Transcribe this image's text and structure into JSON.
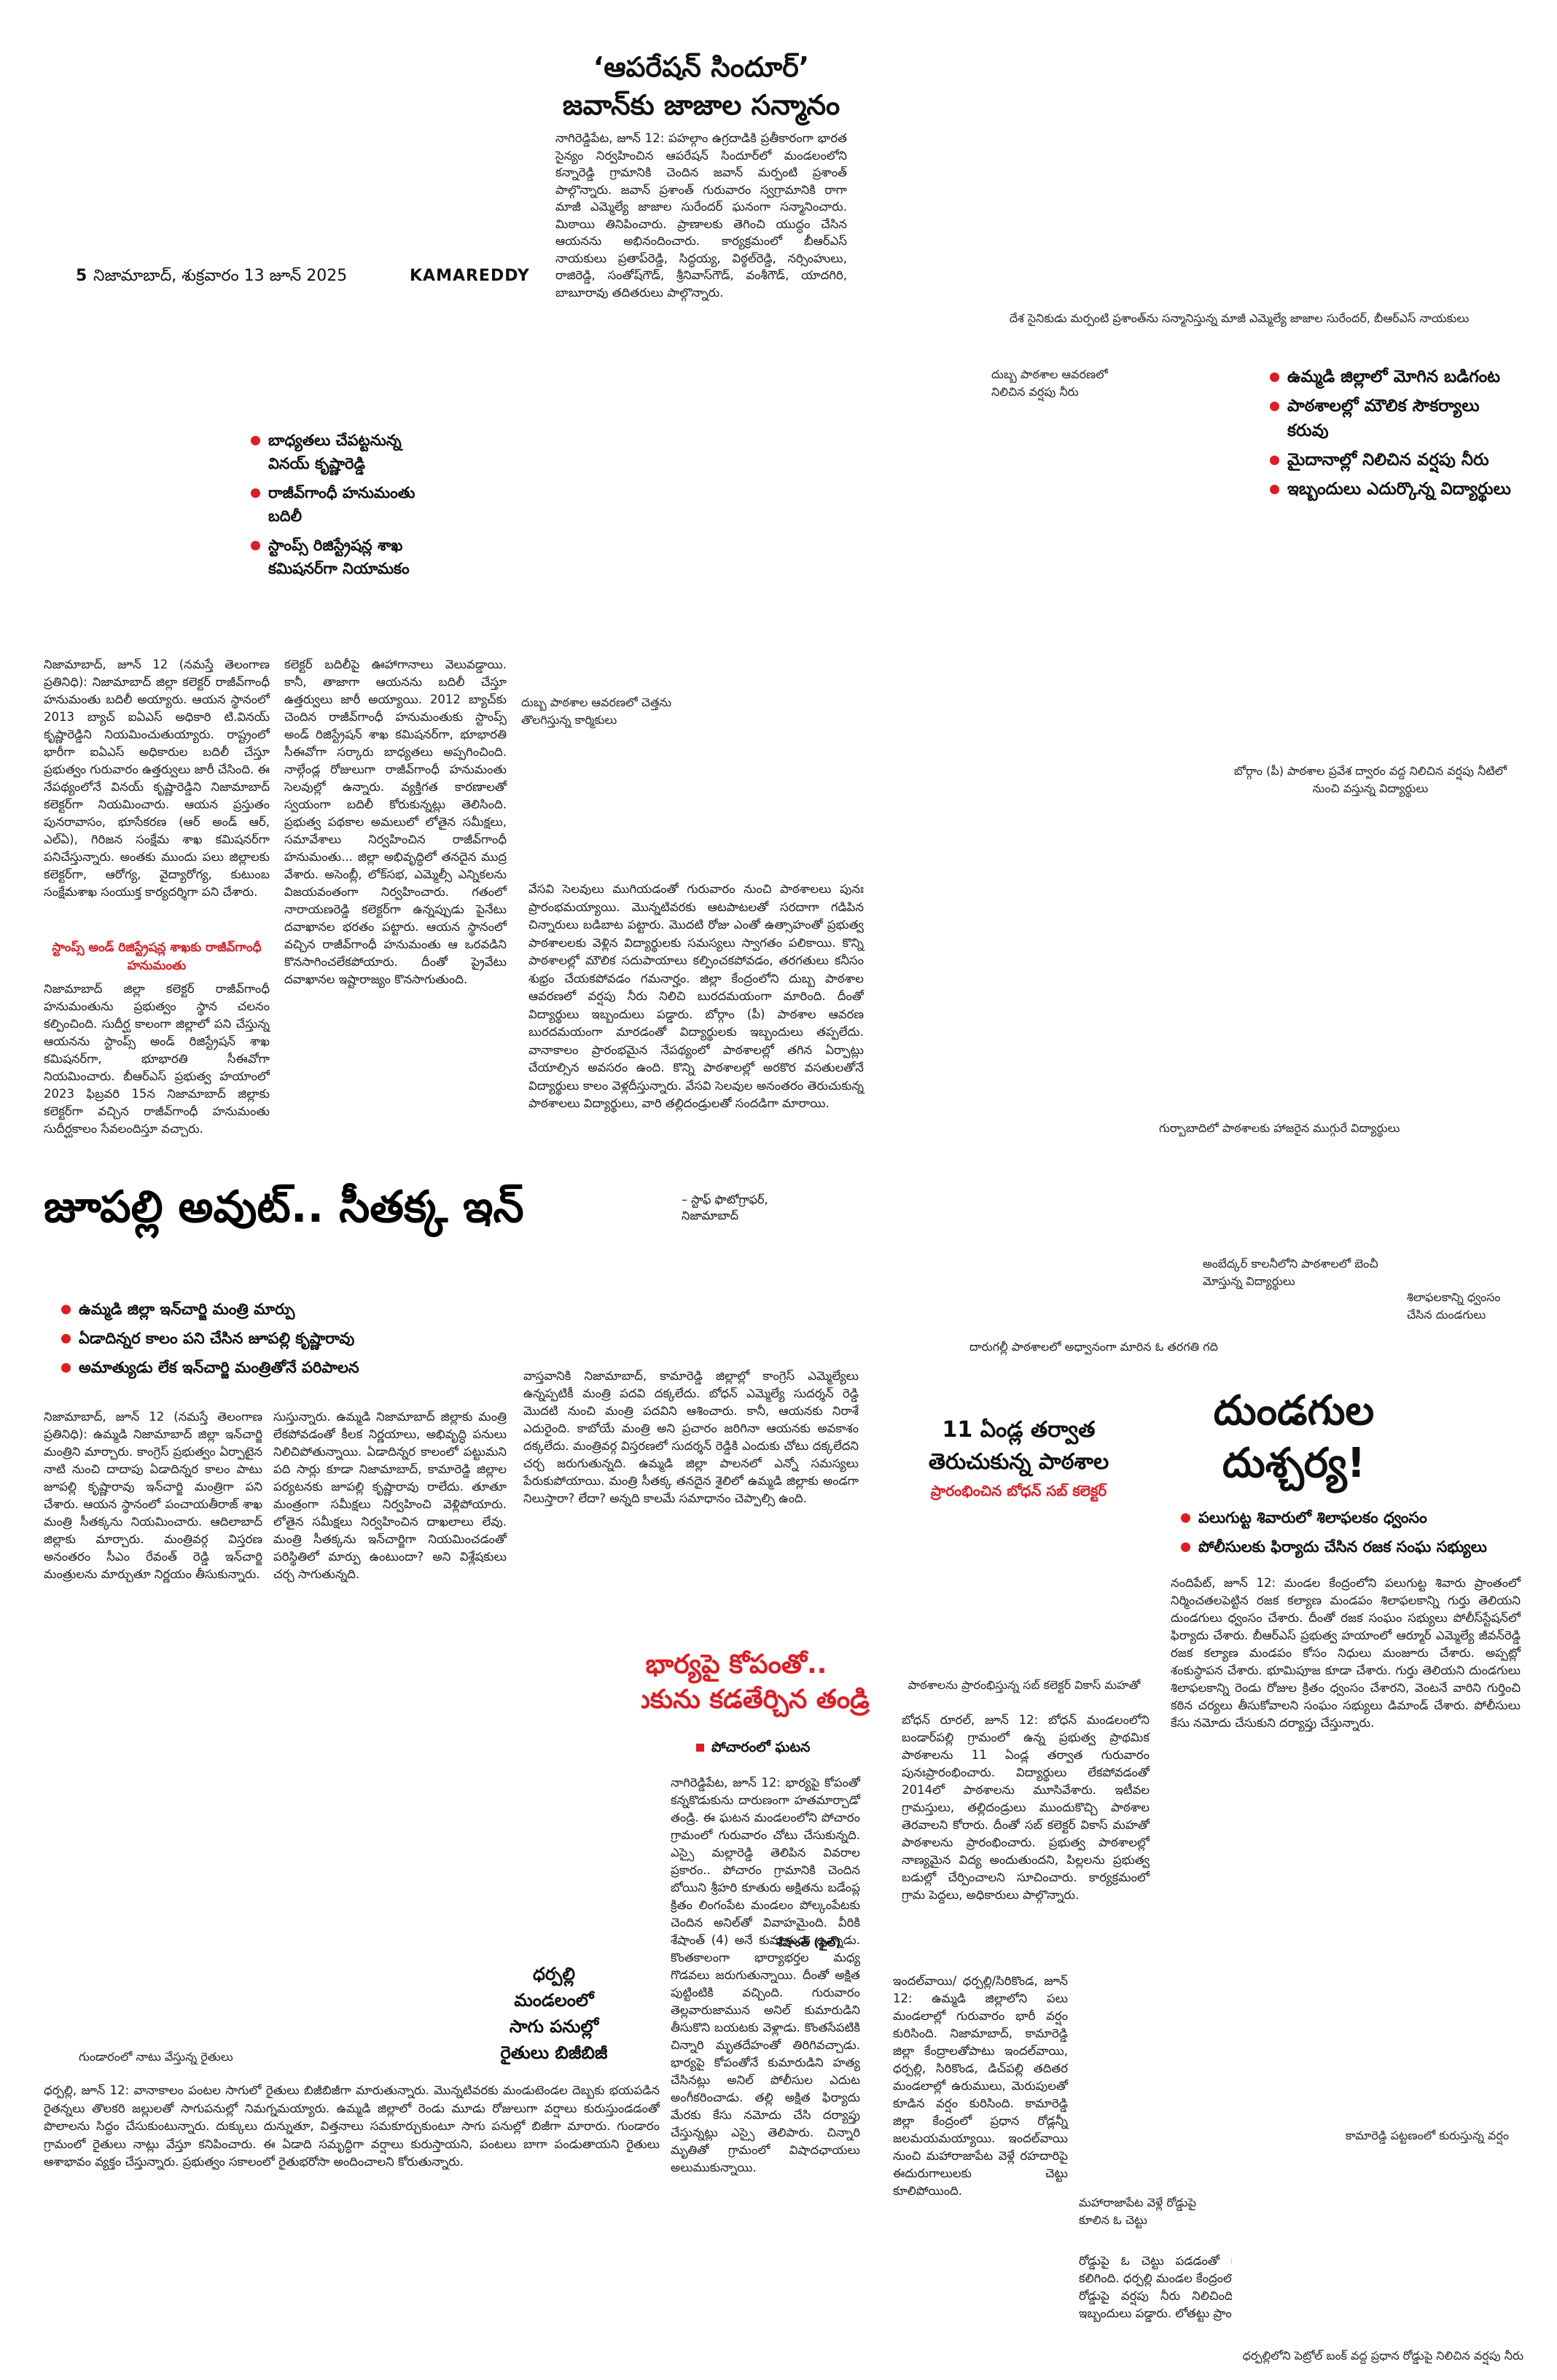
{
  "masthead": {
    "page_number": "5",
    "dateline": "నిజామాబాద్, శుక్రవారం 13 జూన్ 2025",
    "edition": "KAMAREDDY"
  },
  "operation_story": {
    "title_line1": "‘ఆపరేషన్ సిందూర్’",
    "title_line2": "జవాన్‌కు జాజాల సన్మానం",
    "body": "నాగిరెడ్డిపేట, జూన్ 12: పహల్గాం ఉగ్రదాడికి ప్రతీకారంగా భారత సైన్యం నిర్వహించిన ఆపరేషన్ సిందూర్‌లో మండలంలోని కన్నారెడ్డి గ్రామానికి చెందిన జవాన్ మర్పంటి ప్రశాంత్ పాల్గొన్నారు. జవాన్ ప్రశాంత్ గురువారం స్వగ్రామానికి రాగా మాజీ ఎమ్మెల్యే జాజాల సురేందర్ ఘనంగా సన్మానించారు. మిఠాయి తినిపించారు. ప్రాణాలకు తెగించి యుద్ధం చేసిన ఆయనను అభినందించారు. కార్యక్రమంలో బీఆర్‌ఎస్ నాయకులు ప్రతాప్‌రెడ్డి, సిద్ధయ్య, విఠ్ఠల్‌రెడ్డి, నర్సింహులు, రాజిరెడ్డి, సంతోష్‌గౌడ్, శ్రీనివాస్‌గౌడ్, వంశీగౌడ్, యాదగిరి, బాబూరావు తదితరులు పాల్గొన్నారు.",
    "caption": "దేశ సైనికుడు మర్పంటి ప్రశాంత్‌ను సన్మానిస్తున్న మాజీ ఎమ్మెల్యే జాజాల సురేందర్, బీఆర్‌ఎస్ నాయకులు"
  },
  "collector_story": {
    "bullets": [
      "బాధ్యతలు చేపట్టనున్న వినయ్ కృష్ణారెడ్డి",
      "రాజీవ్‌గాంధీ హనుమంతు బదిలీ",
      "స్టాంప్స్ రిజిస్ట్రేషన్ల శాఖ కమిషనర్‌గా నియామకం"
    ],
    "col1": "నిజామాబాద్, జూన్ 12 (నమస్తే తెలంగాణ ప్రతినిధి): నిజామాబాద్ జిల్లా కలెక్టర్ రాజీవ్‌గాంధీ హనుమంతు బదిలీ అయ్యారు. ఆయన స్థానంలో 2013 బ్యాచ్ ఐఏఎస్ అధికారి టి.వినయ్ కృష్ణారెడ్డిని నియమించుతుయ్యారు. రాష్ట్రంలో భారీగా ఐఏఎస్ అధికారుల బదిలీ చేస్తూ ప్రభుత్వం గురువారం ఉత్తర్వులు జారీ చేసింది. ఈ నేపథ్యంలోనే వినయ్ కృష్ణారెడ్డిని నిజామాబాద్ కలెక్టర్‌గా నియమించారు. ఆయన ప్రస్తుతం పునరావాసం, భూసేకరణ (ఆర్ అండ్ ఆర్, ఎల్‌ఏ), గిరిజన సంక్షేమ శాఖ కమిషనర్‌గా పనిచేస్తున్నారు. అంతకు ముందు పలు జిల్లాలకు కలెక్టర్‌గా, ఆరోగ్య, వైద్యారోగ్య, కుటుంబ సంక్షేమశాఖ సంయుక్త కార్యదర్శిగా పని చేశారు.",
    "subhead": "స్టాంప్స్ అండ్ రిజిస్ట్రేషన్ల శాఖకు రాజీవ్‌గాంధీ హనుమంతు",
    "col1b": "నిజామాబాద్ జిల్లా కలెక్టర్ రాజీవ్‌గాంధీ హనుమంతును ప్రభుత్వం స్థాన చలనం కల్పించింది. సుదీర్ఘ కాలంగా జిల్లాలో పని చేస్తున్న ఆయనను స్టాంప్స్ అండ్ రిజిస్ట్రేషన్ శాఖ కమిషనర్‌గా, భూభారతి సీఈవోగా నియమించారు. బీఆర్‌ఎస్ ప్రభుత్వ హయాంలో 2023 ఫిబ్రవరి 15న నిజామాబాద్ జిల్లాకు కలెక్టర్‌గా వచ్చిన రాజీవ్‌గాంధీ హనుమంతు సుదీర్ఘకాలం సేవలందిస్తూ వచ్చారు.",
    "col2": "కలెక్టర్ బదిలీపై ఊహాగానాలు వెలువడ్డాయి. కానీ, తాజాగా ఆయనను బదిలీ చేస్తూ ఉత్తర్వులు జారీ అయ్యాయి. 2012 బ్యాచ్‌కు చెందిన రాజీవ్‌గాంధీ హనుమంతుకు స్టాంప్స్ అండ్ రిజిస్ట్రేషన్ శాఖ కమిషనర్‌గా, భూభారతి సీఈవోగా సర్కారు బాధ్యతలు అప్పగించింది. నాల్గేండ్ల రోజులుగా రాజీవ్‌గాంధీ హనుమంతు సెలవుల్లో ఉన్నారు. వ్యక్తిగత కారణాలతో స్వయంగా బదిలీ కోరుకున్నట్లు తెలిసింది. ప్రభుత్వ పథకాల అమలులో లోతైన సమీక్షలు, సమావేశాలు నిర్వహించిన రాజీవ్‌గాంధీ హనుమంతు... జిల్లా అభివృద్ధిలో తనదైన ముద్ర వేశారు. అసెంబ్లీ, లోక్‌సభ, ఎమ్మెల్సీ ఎన్నికలను విజయవంతంగా నిర్వహించారు. గతంలో నారాయణరెడ్డి కలెక్టర్‌గా ఉన్నప్పుడు పైనేటు దవాఖానల భరతం పట్టారు. ఆయన స్థానంలో వచ్చిన రాజీవ్‌గాంధీ హనుమంతు ఆ ఒరవడిని కొనసాగించలేకపోయారు. దీంతో ప్రైవేటు దవాఖానల ఇష్టారాజ్యం కొనసాగుతుంది."
  },
  "school_story": {
    "bullets": [
      "ఉమ్మడి జిల్లాలో మోగిన బడిగంట",
      "పాఠశాలల్లో మౌలిక సౌకర్యాలు కరువు",
      "మైదానాల్లో నిలిచిన వర్షపు నీరు",
      "ఇబ్బందులు ఎదుర్కొన్న విద్యార్థులు"
    ],
    "caption_rain": "దుబ్బ పాఠశాల ఆవరణలో నిలిచిన వర్షపు నీరు",
    "caption_drums": "దుబ్బ పాఠశాల ఆవరణలో చెత్తను తొలగిస్తున్న కార్మికులు",
    "caption_bodhan": "బోర్గాం (పీ) పాఠశాల ప్రవేశ ద్వారం వద్ద నిలిచిన వర్షపు నీటిలో నుంచి వస్తున్న విద్యార్థులు",
    "body": "వేసవి సెలవులు ముగియడంతో గురువారం నుంచి పాఠశాలలు పునః ప్రారంభమయ్యాయి. మొన్నటివరకు ఆటపాటలతో సరదాగా గడిపిన చిన్నారులు బడిబాట పట్టారు. మొదటి రోజు ఎంతో ఉత్సాహంతో ప్రభుత్వ పాఠశాలలకు వెళ్లిన విద్యార్థులకు సమస్యలు స్వాగతం పలికాయి. కొన్ని పాఠశాలల్లో మౌలిక సదుపాయాలు కల్పించకపోవడం, తరగతులు కనీసం శుభ్రం చేయకపోవడం గమనార్హం. జిల్లా కేంద్రంలోని దుబ్బ పాఠశాల ఆవరణలో వర్షపు నీరు నిలిచి బురదమయంగా మారింది. దీంతో విద్యార్థులు ఇబ్బందులు పడ్డారు. బోర్గాం (పీ) పాఠశాల ఆవరణ బురదమయంగా మారడంతో విద్యార్థులకు ఇబ్బందులు తప్పలేదు. వానాకాలం ప్రారంభమైన నేపథ్యంలో పాఠశాలల్లో తగిన ఏర్పాట్లు చేయాల్సిన అవసరం ఉంది. కొన్ని పాఠశాలల్లో అరకొర వసతులతోనే విద్యార్థులు కాలం వెళ్లదీస్తున్నారు. వేసవి సెలవుల అనంతరం తెరుచుకున్న పాఠశాలలు విద్యార్థులు, వారి తల్లిదండ్రులతో సందడిగా మారాయి.",
    "credit": "– స్టాఫ్ ఫొటోగ్రాఫర్, నిజామాబాద్",
    "caption_gurubabadi": "గుర్బాబాదిలో పాఠశాలకు హాజరైన ముగ్గురే విద్యార్థులు",
    "caption_ambedkar": "అంబేద్కర్ కాలనీలోని పాఠశాలలో బెంచీ మోస్తున్న విద్యార్థులు",
    "caption_darugalli": "దారుగల్లీ పాఠశాలలో అధ్వానంగా మారిన ఓ తరగతి గది",
    "caption_shilaphalakam": "శిలాఫలకాన్ని ధ్వంసం చేసిన దుండగులు"
  },
  "jupally_story": {
    "headline": "జూపల్లి అవుట్.. సీతక్క ఇన్",
    "bullets": [
      "ఉమ్మడి జిల్లా ఇన్‌చార్జి మంత్రి మార్పు",
      "ఏడాదిన్నర కాలం పని చేసిన జూపల్లి కృష్ణారావు",
      "అమాత్యుడు లేక ఇన్‌చార్జి మంత్రితోనే పరిపాలన"
    ],
    "col1": "నిజామాబాద్, జూన్ 12 (నమస్తే తెలంగాణ ప్రతినిధి): ఉమ్మడి నిజామాబాద్ జిల్లా ఇన్‌చార్జి మంత్రిని మార్చారు. కాంగ్రెస్ ప్రభుత్వం ఏర్పాటైన నాటి నుంచి దాదాపు ఏడాదిన్నర కాలం పాటు జూపల్లి కృష్ణారావు ఇన్‌చార్జి మంత్రిగా పని చేశారు. ఆయన స్థానంలో పంచాయతీరాజ్ శాఖ మంత్రి సీతక్కను నియమించారు. ఆదిలాబాద్ జిల్లాకు మార్చారు. మంత్రివర్గ విస్తరణ అనంతరం సీఎం రేవంత్ రెడ్డి ఇన్‌చార్జి మంత్రులను మార్చుతూ నిర్ణయం తీసుకున్నారు.",
    "col2": "సుస్తున్నారు. ఉమ్మడి నిజామాబాద్ జిల్లాకు మంత్రి లేకపోవడంతో కీలక నిర్ణయాలు, అభివృద్ధి పనులు నిలిచిపోతున్నాయి. ఏడాదిన్నర కాలంలో పట్టుమని పది సార్లు కూడా నిజామాబాద్, కామారెడ్డి జిల్లాల పర్యటనకు జూపల్లి కృష్ణారావు రాలేదు. తూతూ మంత్రంగా సమీక్షలు నిర్వహించి వెళ్లిపోయారు. లోతైన సమీక్షలు నిర్వహించిన దాఖలాలు లేవు. మంత్రి సీతక్కను ఇన్‌చార్జిగా నియమించడంతో పరిస్థితిలో మార్పు ఉంటుందా? అని విశ్లేషకులు చర్చ సాగుతున్నది.",
    "col3": "వాస్తవానికి నిజామాబాద్, కామారెడ్డి జిల్లాల్లో కాంగ్రెస్ ఎమ్మెల్యేలు ఉన్నప్పటికీ మంత్రి పదవి దక్కలేదు. బోధన్ ఎమ్మెల్యే సుదర్శన్ రెడ్డి మొదటి నుంచి మంత్రి పదవిని ఆశించారు. కానీ, ఆయనకు నిరాశే ఎదురైంది. కాబోయే మంత్రి అని ప్రచారం జరిగినా ఆయనకు అవకాశం దక్కలేదు. మంత్రివర్గ విస్తరణలో సుదర్శన్ రెడ్డికి ఎందుకు చోటు దక్కలేదని చర్చ జరుగుతున్నది. ఉమ్మడి జిల్లా పాలనలో ఎన్నో సమస్యలు పేరుకుపోయాయి. మంత్రి సీతక్క తనదైన శైలిలో ఉమ్మడి జిల్లాకు అండగా నిలుస్తారా? లేదా? అన్నది కాలమే సమాధానం చెప్పాల్సి ఉంది."
  },
  "school_reopen_story": {
    "title_line1": "11 ఏండ్ల తర్వాత",
    "title_line2": "తెరుచుకున్న పాఠశాల",
    "subtitle": "ప్రారంభించిన బోధన్ సబ్ కలెక్టర్",
    "caption": "పాఠశాలను ప్రారంభిస్తున్న సబ్ కలెక్టర్ వికాస్ మహతో",
    "body": "బోధన్ రూరల్, జూన్ 12: బోధన్ మండలంలోని బండార్‌పల్లి గ్రామంలో ఉన్న ప్రభుత్వ ప్రాథమిక పాఠశాలను 11 ఏండ్ల తర్వాత గురువారం పునఃప్రారంభించారు. విద్యార్థులు లేకపోవడంతో 2014లో పాఠశాలను మూసివేశారు. ఇటీవల గ్రామస్తులు, తల్లిదండ్రులు ముందుకొచ్చి పాఠశాల తెరవాలని కోరారు. దీంతో సబ్ కలెక్టర్ వికాస్ మహతో పాఠశాలను ప్రారంభించారు. ప్రభుత్వ పాఠశాలల్లో నాణ్యమైన విద్య అందుతుందని, పిల్లలను ప్రభుత్వ బడుల్లో చేర్పించాలని సూచించారు. కార్యక్రమంలో గ్రామ పెద్దలు, అధికారులు పాల్గొన్నారు."
  },
  "vandal_story": {
    "title_line1": "దుండగుల",
    "title_line2": "దుశ్చర్య!",
    "bullets": [
      "పలుగుట్ట శివారులో శిలాఫలకం ధ్వంసం",
      "పోలీసులకు ఫిర్యాదు చేసిన రజక సంఘ సభ్యులు"
    ],
    "body": "నందిపేట్, జూన్ 12: మండల కేంద్రంలోని పలుగుట్ట శివారు ప్రాంతంలో నిర్మించతలపెట్టిన రజక కల్యాణ మండపం శిలాఫలకాన్ని గుర్తు తెలియని దుండగులు ధ్వంసం చేశారు. దీంతో రజక సంఘం సభ్యులు పోలీస్‌స్టేషన్‌లో ఫిర్యాదు చేశారు. బీఆర్‌ఎస్ ప్రభుత్వ హయాంలో ఆర్మూర్ ఎమ్మెల్యే జీవన్‌రెడ్డి రజక కల్యాణ మండపం కోసం నిధులు మంజూరు చేశారు. అప్పట్లో శంకుస్థాపన చేశారు. భూమిపూజ కూడా చేశారు. గుర్తు తెలియని దుండగులు శిలాఫలకాన్ని రెండు రోజుల క్రితం ధ్వంసం చేశారని, వెంటనే వారిని గుర్తించి కఠిన చర్యలు తీసుకోవాలని సంఘం సభ్యులు డిమాండ్ చేశారు. పోలీసులు కేసు నమోదు చేసుకుని దర్యాప్తు చేస్తున్నారు."
  },
  "wife_story": {
    "title_line1": "భార్యపై కోపంతో..",
    "title_line2": "కొడుకును కడతేర్చిన తండ్రి",
    "tag": "పోచారంలో ఘటన",
    "photo_caption": "శేషాంత్ (ఫైల్)",
    "body": "నాగిరెడ్డిపేట, జూన్ 12: భార్యపై కోపంతో కన్నకొడుకును దారుణంగా హతమార్చాడో తండ్రి. ఈ ఘటన మండలంలోని పోచారం గ్రామంలో గురువారం చోటు చేసుకున్నది. ఎస్సై మల్లారెడ్డి తెలిపిన వివరాల ప్రకారం.. పోచారం గ్రామానికి చెందిన బోయిని శ్రీహరి కూతురు అక్షితను బడేంప్ల క్రితం లింగంపేట మండలం పోల్కంపేటకు చెందిన అనిల్‌తో వివాహమైంది. వీరికి శేషాంత్ (4) అనే కుమారుడు ఉన్నాడు. కొంతకాలంగా భార్యాభర్తల మధ్య గొడవలు జరుగుతున్నాయి. దీంతో అక్షిత పుట్టింటికి వచ్చింది. గురువారం తెల్లవారుజామున అనిల్ కుమారుడిని తీసుకొని బయటకు వెళ్లాడు. కొంతసేపటికి చిన్నారి మృతదేహంతో తిరిగివచ్చాడు. భార్యపై కోపంతోనే కుమారుడిని హత్య చేసినట్లు అనిల్ పోలీసుల ఎదుట అంగీకరించాడు. తల్లి అక్షిత ఫిర్యాదు మేరకు కేసు నమోదు చేసి దర్యాప్తు చేస్తున్నట్లు ఎస్సై తెలిపారు. చిన్నారి మృతితో గ్రామంలో విషాదఛాయలు అలుముకున్నాయి."
  },
  "dharpally_story": {
    "title_line1": "ధర్పల్లి",
    "title_line2": "మండలంలో",
    "title_line3": "సాగు పనుల్లో",
    "title_line4": "రైతులు బిజీబిజీ",
    "caption": "గుండారంలో నాటు వేస్తున్న రైతులు",
    "body": "ధర్పల్లి, జూన్ 12: వానాకాలం పంటల సాగులో రైతులు బిజీబిజీగా మారుతున్నారు. మొన్నటివరకు మండుటెండల దెబ్బకు భయపడిన రైతన్నలు తొలకరి జల్లులతో సాగుపనుల్లో నిమగ్నమయ్యారు. ఉమ్మడి జిల్లాలో రెండు మూడు రోజులుగా వర్షాలు కురుస్తుండడంతో పొలాలను సిద్ధం చేసుకుంటున్నారు. దుక్కులు దున్నుతూ, విత్తనాలు సమకూర్చుకుంటూ సాగు పనుల్లో బిజీగా మారారు. గుండారం గ్రామంలో రైతులు నాట్లు వేస్తూ కనిపించారు. ఈ ఏడాది సమృద్ధిగా వర్షాలు కురుస్తాయని, పంటలు బాగా పండుతాయని రైతులు ఆశాభావం వ్యక్తం చేస్తున్నారు. ప్రభుత్వం సకాలంలో రైతుభరోసా అందించాలని కోరుతున్నారు."
  },
  "rain_story": {
    "caption_kamareddy": "కామారెడ్డి పట్టణంలో కురుస్తున్న వర్షం",
    "caption_tree": "మహారాజాపేట వెళ్లే రోడ్డుపై కూలిన ఓ చెట్టు",
    "caption_road": "ధర్పల్లిలోని పెట్రోల్ బంక్ వద్ద ప్రధాన రోడ్డుపై నిలిచిన వర్షపు నీరు",
    "col1": "ఇందల్‌వాయి/ ధర్పల్లి/సిరికొండ, జూన్ 12: ఉమ్మడి జిల్లాలోని పలు మండలాల్లో గురువారం భారీ వర్షం కురిసింది. నిజామాబాద్, కామారెడ్డి జిల్లా కేంద్రాలతోపాటు ఇందల్‌వాయి, ధర్పల్లి, సిరికొండ, డిచ్‌పల్లి తదితర మండలాల్లో ఉరుములు, మెరుపులతో కూడిన వర్షం కురిసింది. కామారెడ్డి జిల్లా కేంద్రంలో ప్రధాన రోడ్లన్నీ జలమయమయ్యాయి. ఇందల్‌వాయి నుంచి మహారాజాపేట వెళ్లే రహదారిపై ఈదురుగాలులకు చెట్టు కూలిపోయింది.",
    "col2": "రోడ్డుపై ఓ చెట్టు పడడంతో రాకపోకలకు అంతరాయం కలిగింది. ధర్పల్లి మండల కేంద్రంలోని పెట్రోల్ బంక్ వద్ద ప్రధాన రోడ్డుపై వర్షపు నీరు నిలిచింది. దీంతో వాహనదారులు ఇబ్బందులు పడ్డారు. లోతట్టు ప్రాంతాల్లో నీరు నిలిచింది."
  }
}
